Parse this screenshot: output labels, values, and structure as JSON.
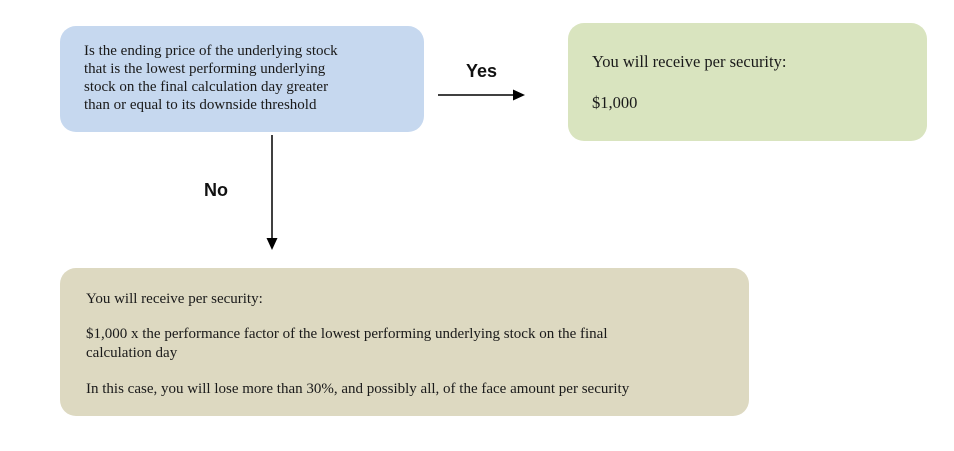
{
  "question": {
    "lines": [
      "Is the ending price of the underlying stock",
      "that is the lowest performing underlying",
      "stock on the final calculation day greater",
      "than or equal to its downside threshold"
    ]
  },
  "labels": {
    "yes": "Yes",
    "no": "No"
  },
  "yes_outcome": {
    "heading": "You will receive per security:",
    "amount": "$1,000"
  },
  "no_outcome": {
    "heading": "You will receive per security:",
    "formula_line1": "$1,000 x the performance factor of the lowest performing underlying stock on the final",
    "formula_line2": "calculation day",
    "note": "In this case, you will lose more than 30%, and possibly all, of the face amount per security"
  },
  "colors": {
    "question_box": "#c6d8ef",
    "yes_box": "#d9e4bf",
    "no_box": "#ddd9c1",
    "arrow": "#000000"
  }
}
